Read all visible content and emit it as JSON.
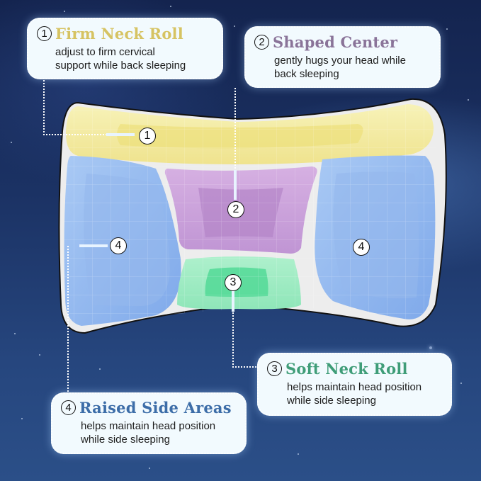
{
  "colors": {
    "background_top": "#14244f",
    "background_bottom": "#2b4f88",
    "callout_bg": "#f2fafe",
    "firm_neck_roll": "#d6c362",
    "shaped_center": "#8a7499",
    "soft_neck_roll": "#3f9d78",
    "raised_side_areas": "#3c6da8",
    "zone_yellow": "#f4eca0",
    "zone_purple": "#c59ad6",
    "zone_green": "#6fe0a8",
    "zone_blue": "#8fb8f0"
  },
  "callouts": [
    {
      "number": "1",
      "title": "Firm Neck Roll",
      "description_lines": [
        "adjust to firm cervical",
        "support while back sleeping"
      ]
    },
    {
      "number": "2",
      "title": "Shaped Center",
      "description_lines": [
        "gently hugs your head while",
        "back sleeping"
      ]
    },
    {
      "number": "3",
      "title": "Soft Neck Roll",
      "description_lines": [
        "helps maintain head position",
        "while side sleeping"
      ]
    },
    {
      "number": "4",
      "title": "Raised Side Areas",
      "description_lines": [
        "helps maintain head position",
        "while side sleeping"
      ]
    }
  ],
  "pillow_markers": [
    {
      "zone": "firm-neck-roll",
      "label": "1"
    },
    {
      "zone": "shaped-center",
      "label": "2"
    },
    {
      "zone": "soft-neck-roll",
      "label": "3"
    },
    {
      "zone": "raised-side-left",
      "label": "4"
    },
    {
      "zone": "raised-side-right",
      "label": "4"
    }
  ]
}
